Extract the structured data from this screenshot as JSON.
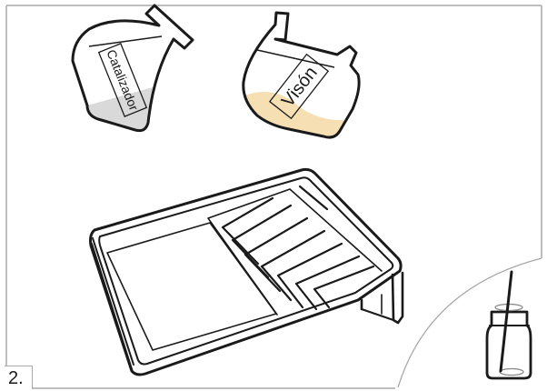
{
  "step": {
    "number": "2."
  },
  "jars": {
    "left": {
      "label": "Catalizador",
      "fill_color": "#d9d9d9"
    },
    "right": {
      "label": "Visón",
      "fill_color": "#f5dfb3"
    }
  },
  "colors": {
    "frame": "#a9a9a9",
    "outline": "#1a1a1a",
    "background": "#ffffff"
  },
  "icons": {
    "left_jar": "catalyst-jar-icon",
    "right_jar": "paint-jar-icon",
    "tray": "paint-tray-icon",
    "inset": "mixing-jar-icon"
  }
}
